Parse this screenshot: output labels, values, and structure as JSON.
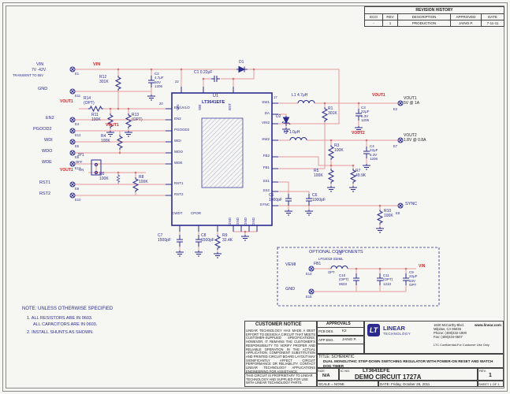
{
  "colors": {
    "navy": "#2b2b8f",
    "red": "#c22a2a",
    "wire": "#e49a9a",
    "black": "#222222"
  },
  "revision": {
    "title": "REVISION HISTORY",
    "headers": [
      "ECO",
      "REV",
      "DESCRIPTION",
      "APPROVED",
      "DATE"
    ],
    "row": [
      "-",
      "1",
      "PRODUCTION",
      "JAINO P.",
      "7-11-11"
    ]
  },
  "inp": {
    "l1": "VIN",
    "l2": "7V -42V",
    "l3": "TRANSIENT TO 55V"
  },
  "nets": {
    "vin": "VIN",
    "gnd": "GND",
    "vout1": "VOUT1",
    "vout2": "VOUT2",
    "vout1_spec": "VOUT1\n5V @ 1A",
    "vout2_spec": "VOUT2\n1.8V @ 0.8A",
    "sync": "SYNC",
    "vemi": "VEMI"
  },
  "term": {
    "e1": "E1",
    "e2": "E2",
    "e4": "E4",
    "e5": "E5",
    "e6": "E6",
    "e7": "E7",
    "e8": "E8",
    "e9": "E9",
    "e10": "E10",
    "e11": "E11",
    "e12": "E12",
    "e13": "E13",
    "e14": "E14",
    "e16": "E16"
  },
  "ic": {
    "ref": "U1",
    "part": "LT3641EFE",
    "enuvlo": "EN/UVLO",
    "en2": "EN2",
    "pgood2": "PGOOD2",
    "wdi": "WDI",
    "wdo": "WDO",
    "wde": "WDE",
    "rst1": "RST1",
    "rst2": "RST2",
    "cwdt": "CWDT",
    "cpor": "CPOR",
    "vin": "VIN",
    "sw": "SW",
    "bst": "BST",
    "sw1": "SW1",
    "da": "DA",
    "vin2": "VIN2",
    "sw2": "SW2",
    "fb2": "FB2",
    "fb1": "FB1",
    "ss1": "SS1",
    "ss2": "SS2",
    "sync": "SYNC",
    "gnd": "GND",
    "pn20": "20",
    "pn22": "22",
    "pn17": "17"
  },
  "cmp": {
    "r12": "R12\n301K",
    "c2": "C2\n4.7μF\n50V\n1206",
    "c1": "C1  0.22μF",
    "d1": "D1",
    "r14": "R14\n(OPT)",
    "r11": "R11\n100K",
    "r13": "R13\n(OPT)",
    "r4": "R4\n100K",
    "jp1": "JP1",
    "off": "OFF",
    "on": "ON",
    "r6": "R6\n100K",
    "r8": "R8\n100K",
    "l1": "L1  4.7μH",
    "c3": "C3\n22μF\n6.3V\n1206",
    "r1": "R1\n301K",
    "d2": "D2",
    "l2": "L2  1.0μH",
    "c4": "C4\n22μF\n6.3V\n1206",
    "r3": "R3\n100K",
    "r5": "R5\n100K",
    "r7": "R7\n49.9K",
    "c5": "C5\n1000pF",
    "c6": "C6\n1000pF",
    "r10": "R10\n100K",
    "r9": "R9\n32.4K",
    "c7": "C7\n1500pF",
    "c8": "C8\n1500pF"
  },
  "opt": {
    "title": "OPTIONAL COMPONENTS",
    "fb1": "FB1",
    "l3": "L3",
    "l3part": "LPS4018-332ML",
    "optlbl": "OPT",
    "c10": "C10\n(OPT)\n0603",
    "c11": "C11\n(OPT)\n1210",
    "c9": "C9\n22μF\n63V\nOPT"
  },
  "note": {
    "t": "NOTE: UNLESS OTHERWISE SPECIFIED",
    "l1": "1.  ALL RESISTORS ARE IN 0603.",
    "l2": "ALL CAPACITORS ARE IN 0603.",
    "l3": "2.  INSTALL SHUNTS AS SHOWN."
  },
  "tb": {
    "customer_notice": "CUSTOMER NOTICE",
    "notice_body": "LINEAR TECHNOLOGY HAS MADE A BEST EFFORT TO DESIGN A CIRCUIT THAT MEETS CUSTOMER-SUPPLIED SPECIFICATIONS; HOWEVER, IT REMAINS THE CUSTOMER'S RESPONSIBILITY TO VERIFY PROPER AND RELIABLE OPERATION IN THE ACTUAL APPLICATION.  COMPONENT SUBSTITUTION AND PRINTED CIRCUIT BOARD LAYOUT MAY SIGNIFICANTLY AFFECT CIRCUIT PERFORMANCE OR RELIABILITY.  CONTACT LINEAR TECHNOLOGY APPLICATIONS ENGINEERING FOR ASSISTANCE.",
    "proprietary": "THIS CIRCUIT IS PROPRIETARY TO LINEAR TECHNOLOGY AND SUPPLIED FOR USE WITH LINEAR TECHNOLOGY PARTS.",
    "approvals": "APPROVALS",
    "pcb_des": "PCB DES.",
    "pcb_des_val": "K2",
    "app_eng": "APP ENG.",
    "app_eng_val": "JAINO P.",
    "lt": "LT",
    "linear": "LINEAR",
    "technology": "TECHNOLOGY",
    "address": "1630 McCarthy Blvd.\nMilpitas, CA 95035\nPhone: (408)432-1900\nFax: (408)434-0507",
    "www": "www.linear.com",
    "confidential": "LTC Confidential-For Customer Use Only",
    "title_label": "TITLE:  SCHEMATIC",
    "title_desc": "DUAL MONOLITHIC STEP-DOWN SWITCHING REGULATOR WITH POWER-ON RESET AND WATCH DOG TIMER",
    "size_l": "SIZE",
    "size_v": "N/A",
    "icno_l": "IC NO.",
    "icno_v": "LT3641EFE",
    "demo": "DEMO CIRCUIT 1727A",
    "rev_l": "REV.",
    "rev_v": "1",
    "scale": "SCALE = NONE",
    "date": "DATE:  Friday, October 28, 2011",
    "sheet": "SHEET  1  OF  1"
  }
}
